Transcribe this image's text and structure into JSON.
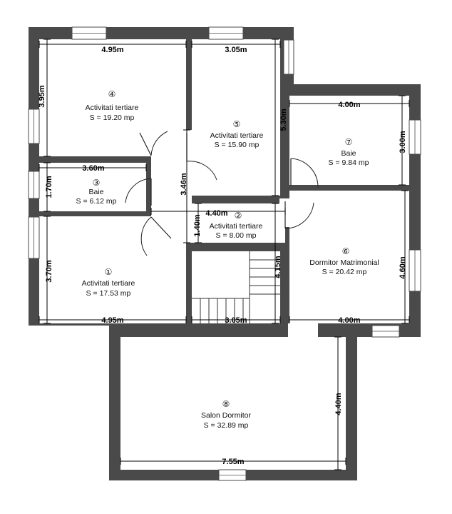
{
  "rooms": [
    {
      "number": "①",
      "name": "Activitati tertiare",
      "area": "S = 17.53 mp"
    },
    {
      "number": "②",
      "name": "Activitati tertiare",
      "area": "S = 8.00 mp"
    },
    {
      "number": "③",
      "name": "Baie",
      "area": "S = 6.12 mp"
    },
    {
      "number": "④",
      "name": "Activitati tertiare",
      "area": "S = 19.20 mp"
    },
    {
      "number": "⑤",
      "name": "Activitati tertiare",
      "area": "S = 15.90 mp"
    },
    {
      "number": "⑥",
      "name": "Dormitor Matrimonial",
      "area": "S = 20.42 mp"
    },
    {
      "number": "⑦",
      "name": "Baie",
      "area": "S = 9.84 mp"
    },
    {
      "number": "⑧",
      "name": "Salon Dormitor",
      "area": "S = 32.89 mp"
    }
  ],
  "dimensions": {
    "r4_width": "4.95m",
    "r4_height": "3.95m",
    "r5_width": "3.05m",
    "r5_height": "5.30m",
    "r7_width": "4.00m",
    "r7_height": "3.00m",
    "r3_width": "3.60m",
    "r3_height": "1.70m",
    "hall_height": "3.46m",
    "r2_width": "4.40m",
    "r2_height": "1.40m",
    "r1_height": "3.70m",
    "r1_width": "4.95m",
    "stair_width": "3.05m",
    "stair_height": "4.15m",
    "r6_height": "4.60m",
    "r6_width": "4.00m",
    "r8_height": "4.40m",
    "r8_width": "7.55m"
  }
}
